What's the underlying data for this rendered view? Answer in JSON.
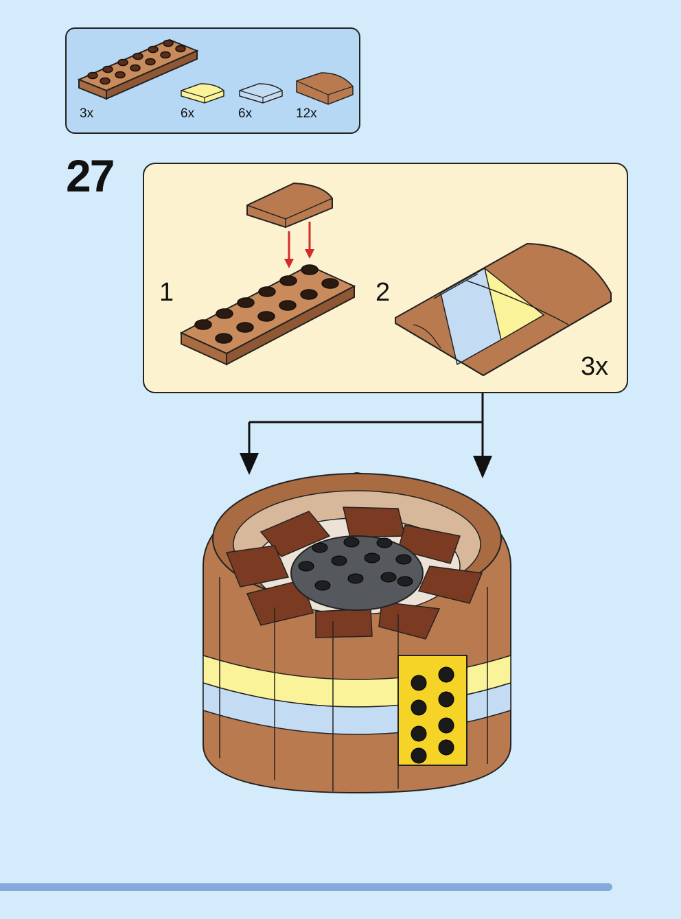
{
  "parts_list": {
    "items": [
      {
        "name": "plate-2x6-brown",
        "qty": "3x",
        "color": "#b97a4f"
      },
      {
        "name": "curved-slope-yellow",
        "qty": "6x",
        "color": "#fbf39a"
      },
      {
        "name": "curved-slope-light-blue",
        "qty": "6x",
        "color": "#c4dcf3"
      },
      {
        "name": "curved-slope-brown",
        "qty": "12x",
        "color": "#b97a4f"
      }
    ]
  },
  "step": {
    "number": "27",
    "substeps": [
      {
        "label": "1"
      },
      {
        "label": "2",
        "multiplier": "3x"
      }
    ]
  },
  "progress": {
    "fraction": 0.9
  },
  "colors": {
    "background": "#d4ebfb",
    "parts_box": "#b7d8f4",
    "substep_panel": "#fdf2cf",
    "brown": "#b97a4f",
    "dark_brown": "#6b3520",
    "yellow": "#fbf39a",
    "light_blue": "#c4dcf3",
    "arrow_red": "#d42a2a",
    "progress_bar": "#86a9dd"
  }
}
